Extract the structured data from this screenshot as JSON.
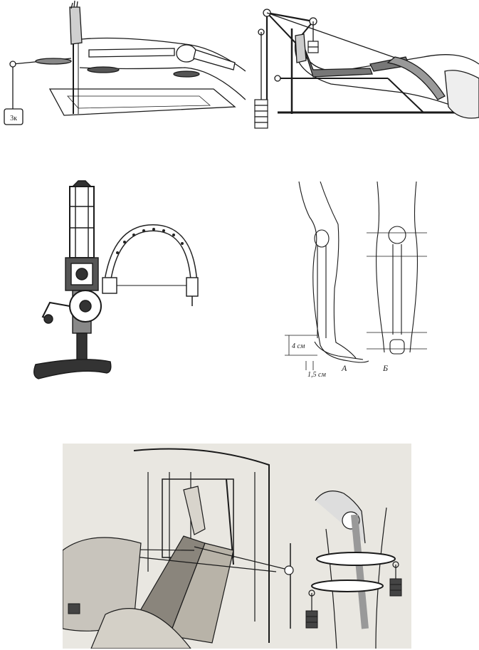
{
  "figure1": {
    "weight_label": "3к"
  },
  "figure4": {
    "label_a": "А",
    "label_b": "Б",
    "dim_upper": "4 см",
    "dim_lower": "1,5 см"
  },
  "colors": {
    "ink": "#1a1a1a",
    "photo_bg": "#e9e7e1",
    "hatch": "#555555"
  }
}
